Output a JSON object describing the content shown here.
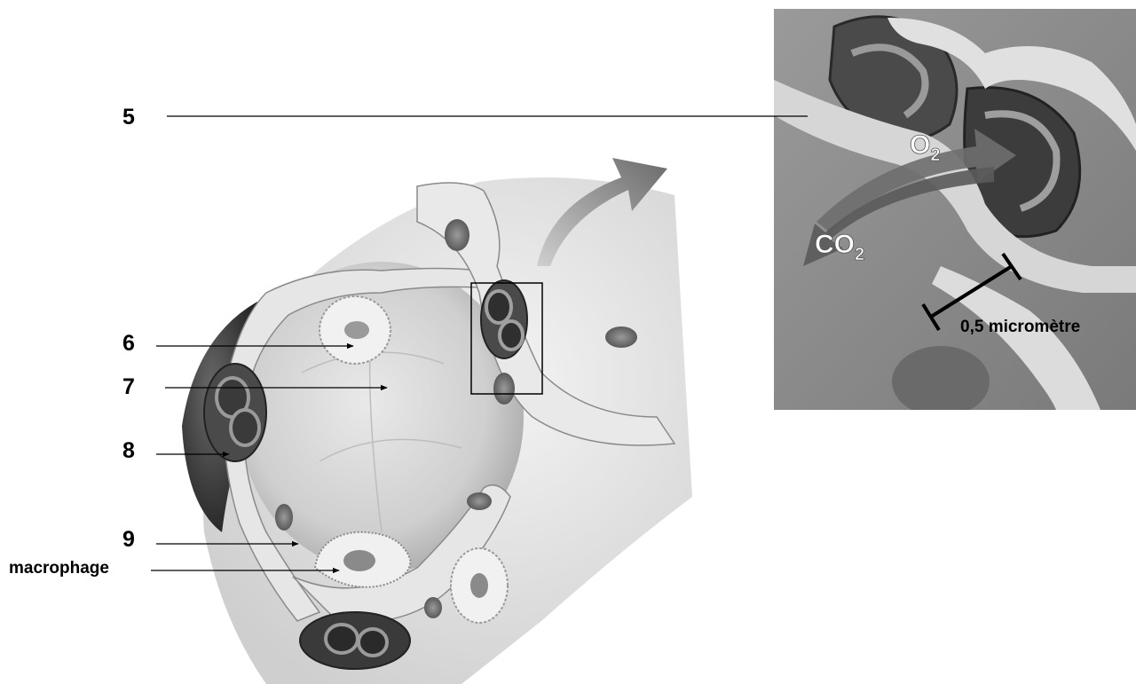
{
  "labels": {
    "n5": "5",
    "n6": "6",
    "n7": "7",
    "n8": "8",
    "n9": "9",
    "macrophage": "macrophage"
  },
  "inset": {
    "o2": "O",
    "o2_sub": "2",
    "co2": "CO",
    "co2_sub": "2",
    "scale_text": "0,5 micromètre"
  }
}
